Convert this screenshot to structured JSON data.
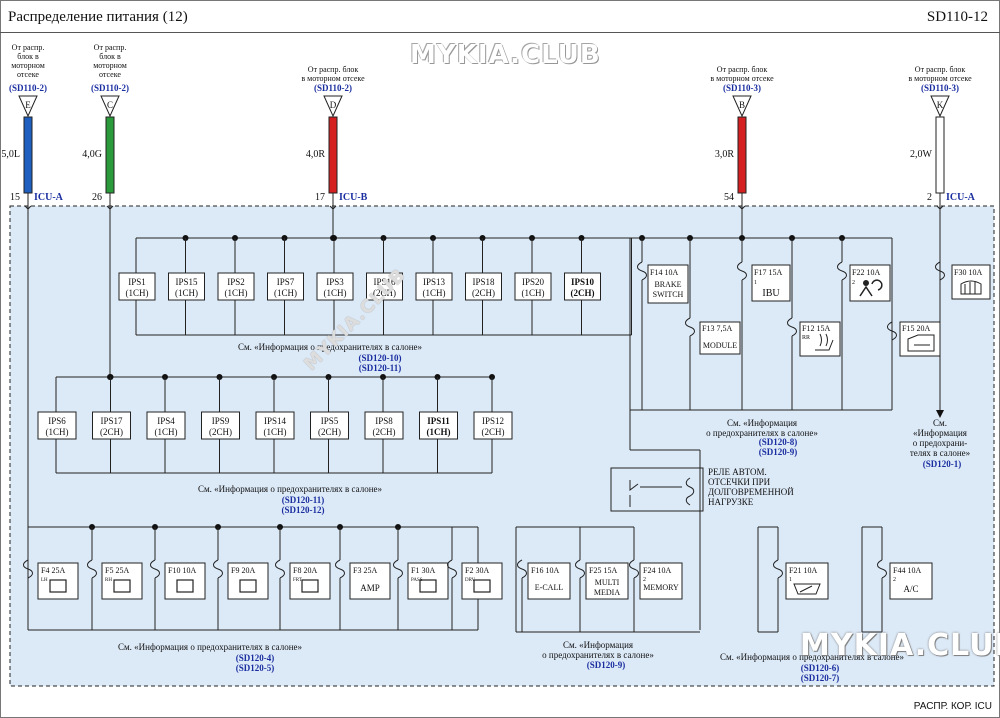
{
  "header": {
    "title": "Распределение питания (12)",
    "code": "SD110-12"
  },
  "watermark": {
    "text": "MYKIA.CLUB",
    "diag_text": "MYKIA.CLUB"
  },
  "footer": {
    "label": "РАСПР. КОР. ICU"
  },
  "colors": {
    "blue_wire": "#1f5fbf",
    "green_wire": "#2a9a3a",
    "red_wire": "#d42020",
    "white_wire": "#ffffff",
    "bg_panel": "#dce9f7",
    "ref_blue": "#1a2ea0"
  },
  "sources": [
    {
      "lines": [
        "От распр.",
        "блок в",
        "моторном",
        "отсеке"
      ],
      "ref": "(SD110-2)",
      "letter": "E",
      "wire": "5,0L",
      "pin": "15",
      "conn": "ICU-A"
    },
    {
      "lines": [
        "От распр.",
        "блок в",
        "моторном",
        "отсеке"
      ],
      "ref": "(SD110-2)",
      "letter": "C",
      "wire": "4,0G",
      "pin": "26",
      "conn": ""
    },
    {
      "lines": [
        "От распр. блок",
        "в моторном отсеке"
      ],
      "ref": "(SD110-2)",
      "letter": "D",
      "wire": "4,0R",
      "pin": "17",
      "conn": "ICU-B"
    },
    {
      "lines": [
        "От распр. блок",
        "в моторном отсеке"
      ],
      "ref": "(SD110-3)",
      "letter": "B",
      "wire": "3,0R",
      "pin": "54",
      "conn": ""
    },
    {
      "lines": [
        "От распр. блок",
        "в моторном отсеке"
      ],
      "ref": "(SD110-3)",
      "letter": "K",
      "wire": "2,0W",
      "pin": "2",
      "conn": "ICU-A"
    }
  ],
  "ips_row1": [
    {
      "name": "IPS1",
      "ch": "(1CH)"
    },
    {
      "name": "IPS15",
      "ch": "(1CH)"
    },
    {
      "name": "IPS2",
      "ch": "(1CH)"
    },
    {
      "name": "IPS7",
      "ch": "(1CH)"
    },
    {
      "name": "IPS3",
      "ch": "(1CH)"
    },
    {
      "name": "IPS16",
      "ch": "(2CH)"
    },
    {
      "name": "IPS13",
      "ch": "(1CH)"
    },
    {
      "name": "IPS18",
      "ch": "(2CH)"
    },
    {
      "name": "IPS20",
      "ch": "(1CH)"
    },
    {
      "name": "IPS10",
      "ch": "(2CH)"
    }
  ],
  "ips_row2": [
    {
      "name": "IPS6",
      "ch": "(1CH)"
    },
    {
      "name": "IPS17",
      "ch": "(2CH)"
    },
    {
      "name": "IPS4",
      "ch": "(1CH)"
    },
    {
      "name": "IPS9",
      "ch": "(2CH)"
    },
    {
      "name": "IPS14",
      "ch": "(1CH)"
    },
    {
      "name": "IPS5",
      "ch": "(2CH)"
    },
    {
      "name": "IPS8",
      "ch": "(2CH)"
    },
    {
      "name": "IPS11",
      "ch": "(1CH)"
    },
    {
      "name": "IPS12",
      "ch": "(2CH)"
    }
  ],
  "notes": {
    "row1": "См. «Информация о предохранителях в салоне»",
    "row1_refs": [
      "(SD120-10)",
      "(SD120-11)"
    ],
    "row2": "См. «Информация о предохранителях в салоне»",
    "row2_refs": [
      "(SD120-11)",
      "(SD120-12)"
    ],
    "right_top_lines": [
      "См. «Информация",
      "о предохранителях в салоне»"
    ],
    "right_top_refs": [
      "(SD120-8)",
      "(SD120-9)"
    ],
    "far_right_lines": [
      "См.",
      "«Информация",
      "о предохрани-",
      "телях в салоне»"
    ],
    "far_right_ref": "(SD120-1)",
    "bottom_left": "См. «Информация о предохранителях в салоне»",
    "bottom_left_refs": [
      "(SD120-4)",
      "(SD120-5)"
    ],
    "bottom_mid_lines": [
      "См. «Информация",
      "о предохранителях в салоне»"
    ],
    "bottom_mid_ref": "(SD120-9)",
    "bottom_right": "См. «Информация о предохранителях в салоне»",
    "bottom_right_refs": [
      "(SD120-6)",
      "(SD120-7)"
    ]
  },
  "relay": {
    "lines": [
      "РЕЛЕ АВТОМ.",
      "ОТСЕЧКИ ПРИ",
      "ДОЛГОВРЕМЕННОЙ",
      "НАГРУЗКЕ"
    ]
  },
  "fuses_right": [
    {
      "id": "F14 10A",
      "lines": [
        "BRAKE",
        "SWITCH"
      ]
    },
    {
      "id": "F13 7,5A",
      "lines": [
        "MODULE"
      ]
    },
    {
      "id": "F17 15A",
      "sub": "1",
      "lines": [
        "IBU"
      ]
    },
    {
      "id": "F12 15A",
      "sub": "RR",
      "lines": []
    },
    {
      "id": "F22 10A",
      "sub": "2",
      "lines": []
    },
    {
      "id": "F15 20A",
      "lines": []
    },
    {
      "id": "F30 10A",
      "lines": []
    }
  ],
  "fuses_bottom": [
    {
      "id": "F4 25A",
      "sub": "LH"
    },
    {
      "id": "F5 25A",
      "sub": "RH"
    },
    {
      "id": "F10 10A",
      "sub": ""
    },
    {
      "id": "F9 20A",
      "sub": ""
    },
    {
      "id": "F8 20A",
      "sub": "FRT"
    },
    {
      "id": "F3 25A",
      "sub": "",
      "text": "AMP"
    },
    {
      "id": "F1 30A",
      "sub": "PASS"
    },
    {
      "id": "F2 30A",
      "sub": "DRV"
    }
  ],
  "fuses_mid": [
    {
      "id": "F16 10A",
      "text": "E-CALL"
    },
    {
      "id": "F25 15A",
      "lines": [
        "MULTI",
        "MEDIA"
      ]
    },
    {
      "id": "F24 10A",
      "sub": "2",
      "text": "MEMORY"
    }
  ],
  "fuses_br": [
    {
      "id": "F21 10A",
      "sub": "1"
    },
    {
      "id": "F44 10A",
      "sub": "2",
      "text": "A/C"
    }
  ]
}
